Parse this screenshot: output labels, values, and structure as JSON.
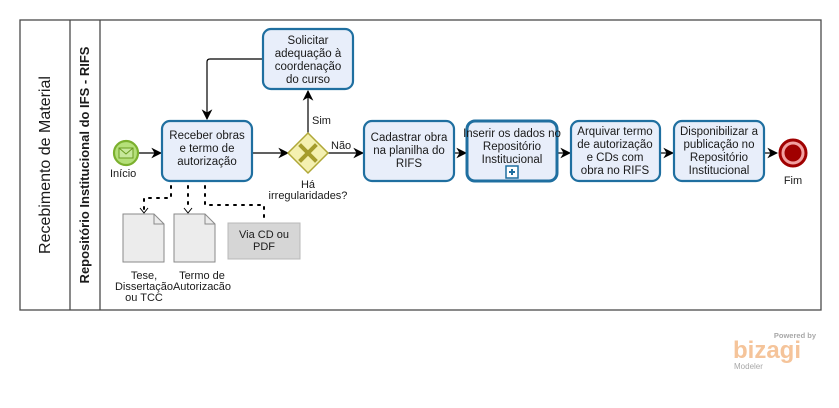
{
  "pool": {
    "title": "Recebimento de Material"
  },
  "lane": {
    "title": "Repositório Institucional do IFS - RIFS"
  },
  "events": {
    "start": {
      "label": "Início",
      "type": "message-start",
      "color": "#8cc63f"
    },
    "end": {
      "label": "Fim",
      "type": "end",
      "color": "#a00000"
    }
  },
  "tasks": [
    {
      "id": "receber",
      "lines": [
        "Receber obras",
        "e termo de",
        "autorização"
      ]
    },
    {
      "id": "solicitar",
      "lines": [
        "Solicitar",
        "adequação à",
        "coordenação",
        "do curso"
      ]
    },
    {
      "id": "cadastrar",
      "lines": [
        "Cadastrar obra",
        "na planilha do",
        "RIFS"
      ]
    },
    {
      "id": "inserir",
      "lines": [
        "Inserir os dados no",
        "Repositório",
        "Institucional"
      ],
      "subprocess": true
    },
    {
      "id": "arquivar",
      "lines": [
        "Arquivar termo",
        "de autorização",
        "e CDs com",
        "obra no RIFS"
      ]
    },
    {
      "id": "disponibilizar",
      "lines": [
        "Disponibilizar a",
        "publicação no",
        "Repositório",
        "Institucional"
      ]
    }
  ],
  "gateway": {
    "lines": [
      "Há",
      "irregularidades?"
    ],
    "yes_label": "Sim",
    "no_label": "Não",
    "color": "#d8d27a"
  },
  "artifacts": [
    {
      "id": "tese",
      "type": "data-object",
      "lines": [
        "Tese,",
        "Dissertação",
        "ou TCC"
      ]
    },
    {
      "id": "termo",
      "type": "data-object",
      "lines": [
        "Termo de",
        "Autorizacão"
      ]
    },
    {
      "id": "via",
      "type": "annotation",
      "lines": [
        "Via CD ou",
        "PDF"
      ]
    }
  ],
  "branding": {
    "powered_by": "Powered by",
    "name": "bizagi",
    "product": "Modeler",
    "color": "#f5b98a"
  }
}
